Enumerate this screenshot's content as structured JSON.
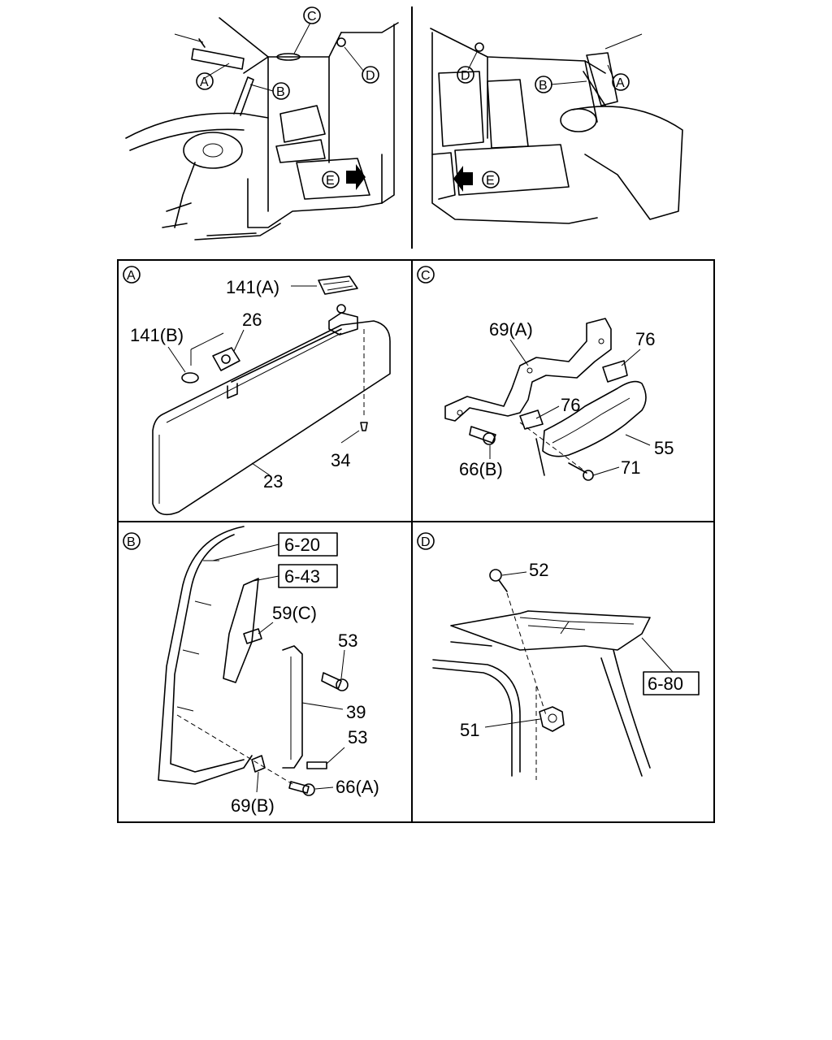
{
  "overview": {
    "left_view": {
      "callouts": [
        "A",
        "B",
        "C",
        "D",
        "E"
      ]
    },
    "right_view": {
      "callouts": [
        "D",
        "B",
        "A",
        "E"
      ]
    }
  },
  "panels": {
    "A": {
      "tag": "A",
      "labels": {
        "p141a": "141(A)",
        "p141b": "141(B)",
        "p26": "26",
        "p34": "34",
        "p23": "23"
      }
    },
    "B": {
      "tag": "B",
      "refs": {
        "r1": "6-20",
        "r2": "6-43"
      },
      "labels": {
        "p59c": "59(C)",
        "p53a": "53",
        "p39": "39",
        "p53b": "53",
        "p66a": "66(A)",
        "p69b": "69(B)"
      }
    },
    "C": {
      "tag": "C",
      "labels": {
        "p69a": "69(A)",
        "p76a": "76",
        "p76b": "76",
        "p55": "55",
        "p66b": "66(B)",
        "p71": "71"
      }
    },
    "D": {
      "tag": "D",
      "refs": {
        "r1": "6-80"
      },
      "labels": {
        "p52": "52",
        "p51": "51"
      }
    }
  }
}
